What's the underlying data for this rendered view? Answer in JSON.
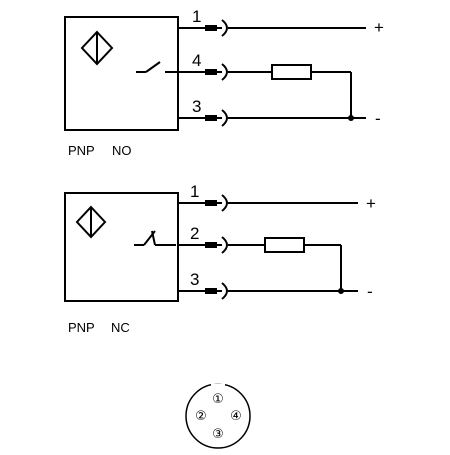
{
  "diagram": {
    "circuits": [
      {
        "id": "pnp-no",
        "label_type": "PNP",
        "label_mode": "NO",
        "pins": [
          {
            "number": "1",
            "terminal": "+"
          },
          {
            "number": "4",
            "terminal": ""
          },
          {
            "number": "3",
            "terminal": "-"
          }
        ]
      },
      {
        "id": "pnp-nc",
        "label_type": "PNP",
        "label_mode": "NC",
        "pins": [
          {
            "number": "1",
            "terminal": "+"
          },
          {
            "number": "2",
            "terminal": ""
          },
          {
            "number": "3",
            "terminal": "-"
          }
        ]
      }
    ],
    "connector": {
      "pins": [
        "①",
        "②",
        "③",
        "④"
      ]
    },
    "colors": {
      "line": "#000000",
      "background": "#ffffff"
    }
  }
}
